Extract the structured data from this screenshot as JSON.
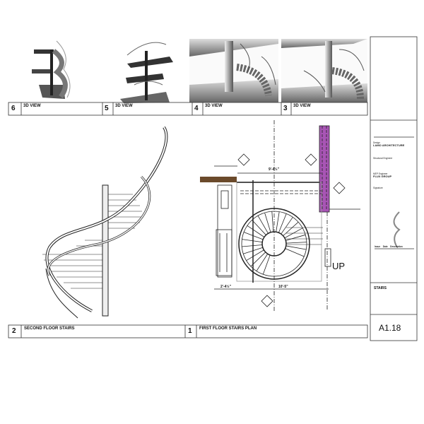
{
  "sheet": {
    "number": "A1.18",
    "title": "STAIRS",
    "views": [
      {
        "num": "6",
        "label": "3D VIEW"
      },
      {
        "num": "5",
        "label": "3D VIEW"
      },
      {
        "num": "4",
        "label": "3D VIEW"
      },
      {
        "num": "3",
        "label": "3D VIEW"
      },
      {
        "num": "2",
        "label": "SECOND FLOOR STAIRS"
      },
      {
        "num": "1",
        "label": "FIRST FLOOR STAIRS PLAN"
      }
    ]
  },
  "plan": {
    "dim_top": "9'-4½\"",
    "dim_left": "2'-4½\"",
    "dim_bottom": "10'-5\"",
    "up_label": "UP"
  },
  "title_block": {
    "design_heading": "Design",
    "design_firm": "LAMO ARCHITECTURE",
    "structural_heading": "Structural Engineer",
    "mep_heading": "MEP Engineer",
    "mep_firm": "FLUX GROUP",
    "signature_heading": "Signature",
    "revision_headers": [
      "Issue",
      "Date",
      "Description"
    ]
  },
  "colors": {
    "column": "#a855b5",
    "beam": "#6b4a2b",
    "line": "#222222"
  }
}
